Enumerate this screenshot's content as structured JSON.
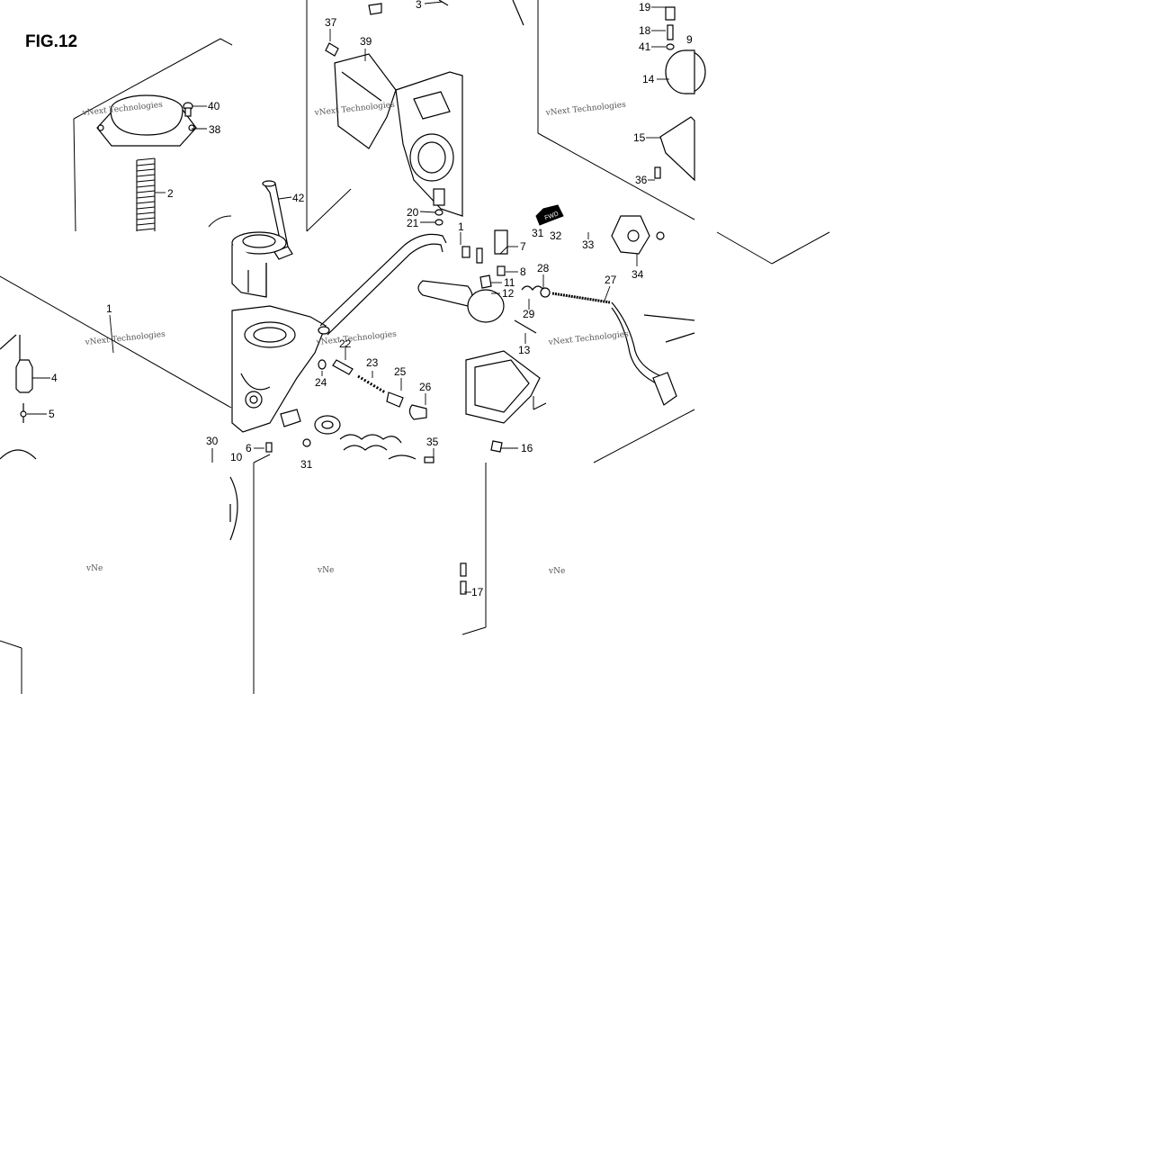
{
  "figure": {
    "title": "FIG.12"
  },
  "diagram": {
    "fwd_label": "FWD",
    "watermarks": [
      "vNext Technologies",
      "vNext Technologies",
      "vNext Technologies",
      "vNext Technologies",
      "vNext Technologies",
      "vNext Technologies",
      "vNe",
      "vNe",
      "vNe"
    ],
    "callouts": [
      "40",
      "38",
      "2",
      "42",
      "37",
      "39",
      "3",
      "20",
      "21",
      "19",
      "18",
      "9",
      "41",
      "14",
      "15",
      "36",
      "1",
      "4",
      "5",
      "22",
      "24",
      "23",
      "25",
      "26",
      "30",
      "6",
      "10",
      "31",
      "35",
      "7",
      "8",
      "11",
      "12",
      "13",
      "28",
      "29",
      "27",
      "31",
      "32",
      "33",
      "34",
      "16",
      "17",
      "1"
    ]
  },
  "colors": {
    "line": "#000000",
    "background": "#ffffff",
    "watermark": "#555555"
  }
}
